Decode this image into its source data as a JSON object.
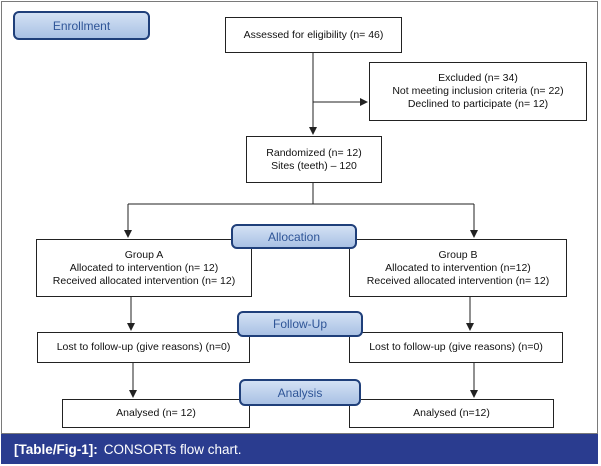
{
  "stages": {
    "enrollment": "Enrollment",
    "allocation": "Allocation",
    "follow_up": "Follow-Up",
    "analysis": "Analysis"
  },
  "assessed": "Assessed for eligibility (n= 46)",
  "excluded": {
    "title": "Excluded (n= 34)",
    "reason_1": "Not meeting inclusion criteria (n= 22)",
    "reason_2": "Declined to participate (n= 12)"
  },
  "randomized": {
    "line_1": "Randomized (n= 12)",
    "line_2": "Sites (teeth) – 120"
  },
  "group_a": {
    "title": "Group A",
    "allocated": "Allocated to intervention (n= 12)",
    "received": "Received allocated intervention (n= 12)",
    "lost": "Lost to follow-up (give reasons) (n=0)",
    "analysed": "Analysed (n= 12)"
  },
  "group_b": {
    "title": "Group B",
    "allocated": "Allocated to intervention (n=12)",
    "received": "Received allocated intervention (n= 12)",
    "lost": "Lost to follow-up (give reasons) (n=0)",
    "analysed": "Analysed (n=12)"
  },
  "caption": {
    "label": "[Table/Fig-1]:",
    "text": "CONSORTs flow chart."
  }
}
